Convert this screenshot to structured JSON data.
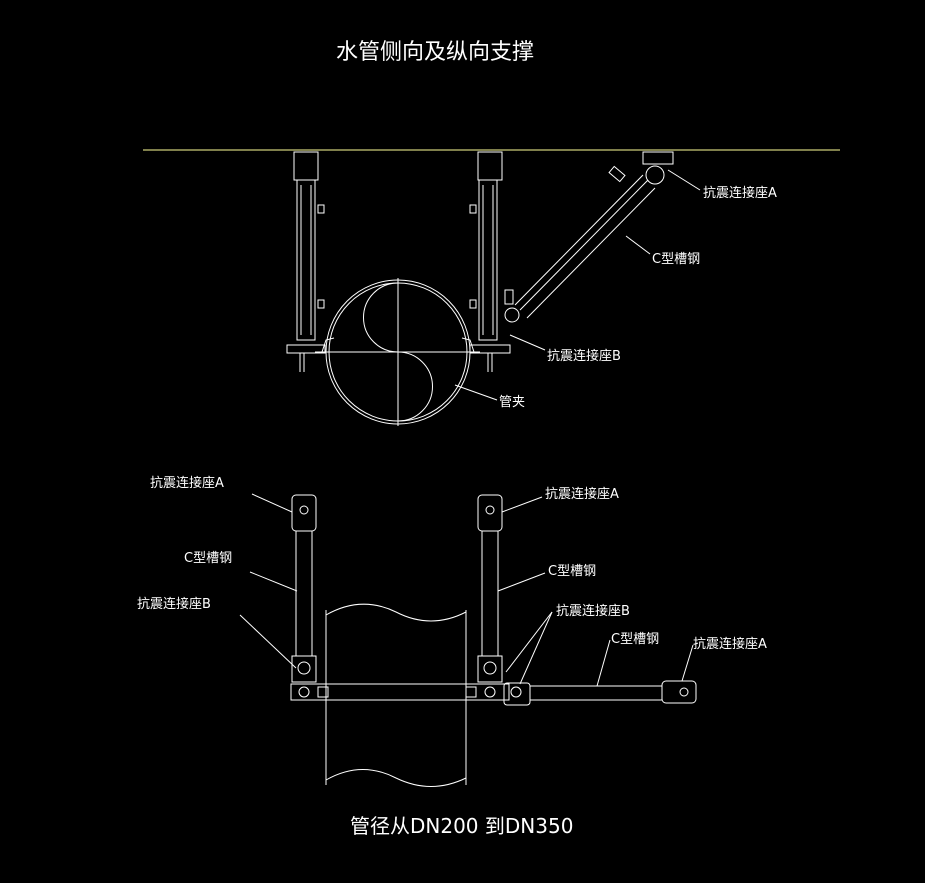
{
  "title": "水管侧向及纵向支撑",
  "footer": "管径从DN200 到DN350",
  "colors": {
    "background": "#000000",
    "line": "#ffffff",
    "ceiling": "#ffff99"
  },
  "top_view_labels": {
    "seat_a": "抗震连接座A",
    "c_channel": "C型槽钢",
    "seat_b": "抗震连接座B",
    "pipe_clamp": "管夹"
  },
  "bottom_view_labels": {
    "seat_a_left": "抗震连接座A",
    "c_channel_left": "C型槽钢",
    "seat_b_left": "抗震连接座B",
    "seat_a_mid": "抗震连接座A",
    "c_channel_mid": "C型槽钢",
    "seat_b_mid": "抗震连接座B",
    "c_channel_right": "C型槽钢",
    "seat_a_right": "抗震连接座A"
  }
}
